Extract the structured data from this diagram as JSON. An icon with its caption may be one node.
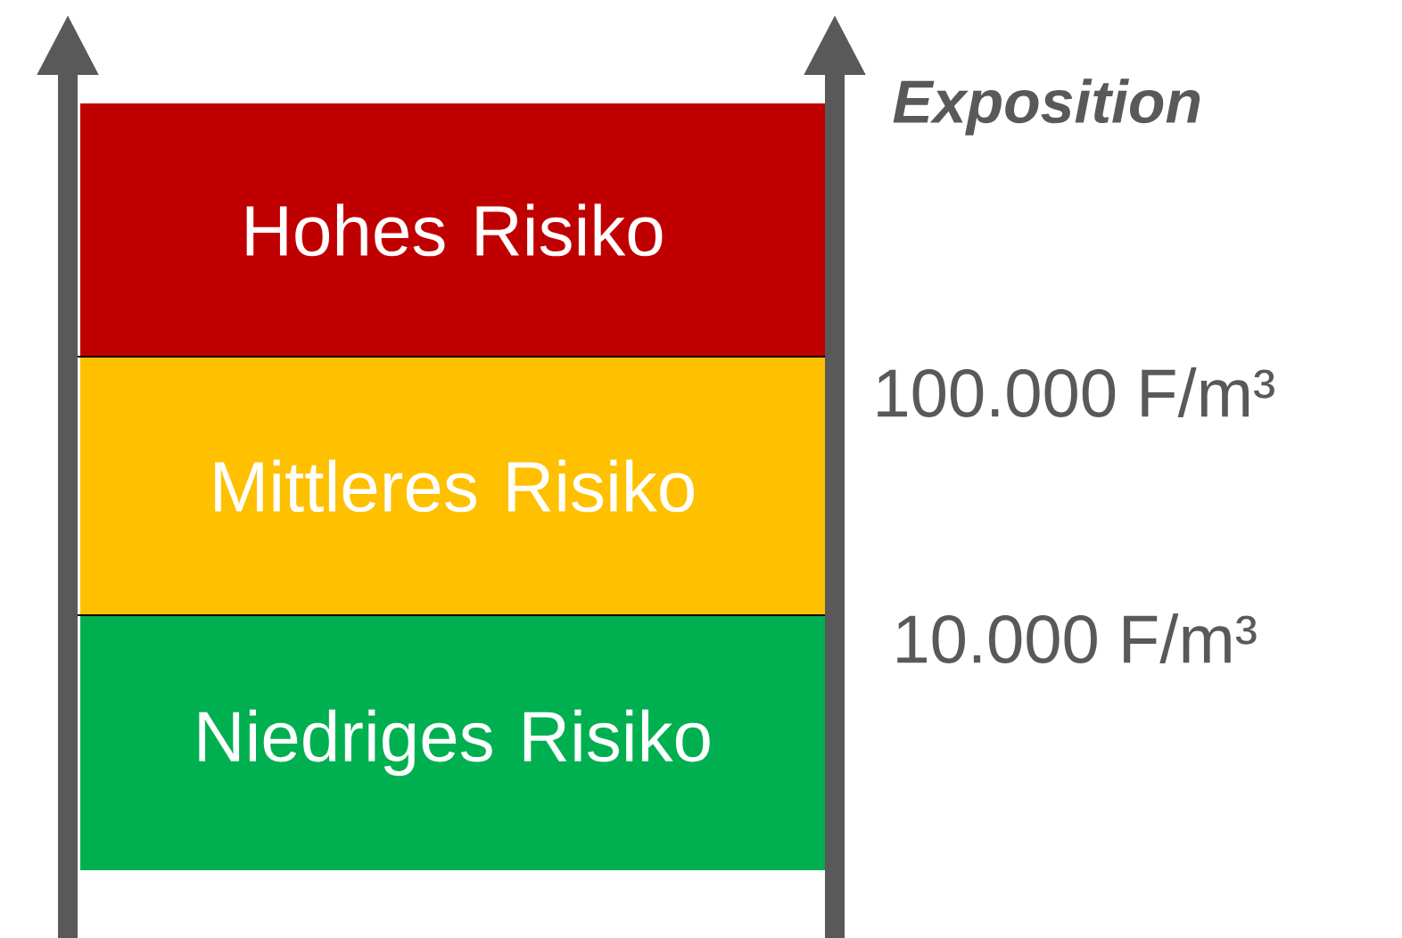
{
  "diagram": {
    "nodes": [
      {
        "text": [
          "Hohes Risiko"
        ]
      },
      {
        "text": [
          "Mittleres Risiko"
        ]
      },
      {
        "text": [
          "Niedriges Risiko"
        ]
      }
    ],
    "labels": [
      "Exposition",
      "100.000 F/m³",
      "10.000 F/m³"
    ]
  }
}
